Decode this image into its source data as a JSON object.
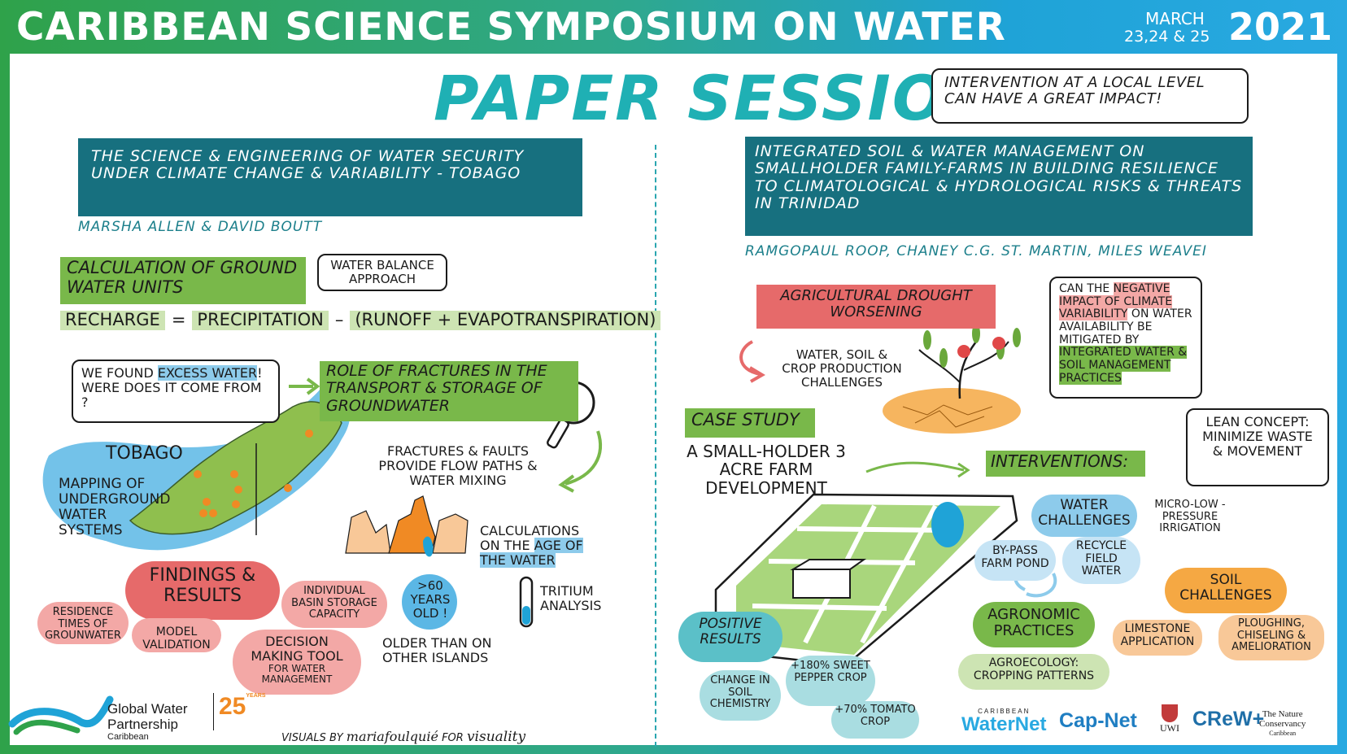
{
  "header": {
    "title": "CARIBBEAN SCIENCE SYMPOSIUM ON WATER",
    "month": "MARCH",
    "days": "23,24 & 25",
    "year": "2021"
  },
  "page_title": "PAPER SESSIONS",
  "quote": "INTERVENTION AT A LOCAL LEVEL CAN HAVE A GREAT IMPACT!",
  "left": {
    "title": "THE SCIENCE & ENGINEERING OF WATER SECURITY UNDER CLIMATE CHANGE & VARIABILITY - TOBAGO",
    "authors": "MARSHA ALLEN & DAVID BOUTT",
    "calc_heading": "CALCULATION OF GROUND WATER UNITS",
    "water_balance": "WATER BALANCE APPROACH",
    "eq_recharge": "RECHARGE",
    "eq_equals": "=",
    "eq_precip": "PRECIPITATION",
    "eq_minus": "–",
    "eq_rest": "(RUNOFF + EVAPOTRANSPIRATION)",
    "found_1": "WE FOUND",
    "found_hl": "EXCESS WATER",
    "found_2": "! WERE DOES IT COME FROM ?",
    "fractures_heading": "ROLE OF FRACTURES IN THE TRANSPORT & STORAGE OF GROUNDWATER",
    "tobago": "TOBAGO",
    "mapping": "MAPPING OF UNDERGROUND WATER SYSTEMS",
    "fractures_faults": "FRACTURES & FAULTS PROVIDE FLOW PATHS & WATER MIXING",
    "calc_age_1": "CALCULATIONS ON THE",
    "calc_age_2": "AGE OF THE WATER",
    "years_old": ">60 YEARS OLD !",
    "tritium": "TRITIUM ANALYSIS",
    "older_than": "OLDER THAN ON OTHER ISLANDS",
    "findings": "FINDINGS & RESULTS",
    "residence": "RESIDENCE TIMES OF GROUNWATER",
    "model": "MODEL VALIDATION",
    "basin": "INDIVIDUAL BASIN STORAGE CAPACITY",
    "decision": "DECISION MAKING TOOL",
    "decision_sub": "FOR WATER MANAGEMENT"
  },
  "right": {
    "title": "INTEGRATED SOIL & WATER MANAGEMENT ON SMALLHOLDER FAMILY-FARMS IN BUILDING RESILIENCE TO CLIMATOLOGICAL & HYDROLOGICAL RISKS & THREATS IN TRINIDAD",
    "authors": "RAMGOPAUL ROOP, CHANEY C.G. ST. MARTIN, MILES WEAVEI",
    "drought": "AGRICULTURAL DROUGHT WORSENING",
    "challenges": "WATER, SOIL & CROP PRODUCTION CHALLENGES",
    "question_1": "CAN THE",
    "question_hl1": "NEGATIVE IMPACT OF CLIMATE VARIABILITY",
    "question_2": "ON WATER AVAILABILITY BE MITIGATED BY",
    "question_hl2": "INTEGRATED WATER & SOIL MANAGEMENT PRACTICES",
    "case_study": "CASE STUDY",
    "case_desc": "A SMALL-HOLDER 3 ACRE FARM DEVELOPMENT",
    "interventions": "INTERVENTIONS:",
    "lean": "LEAN CONCEPT:",
    "lean_sub": "MINIMIZE WASTE & MOVEMENT",
    "water_challenges": "WATER CHALLENGES",
    "micro": "MICRO-LOW -PRESSURE IRRIGATION",
    "bypass": "BY-PASS FARM POND",
    "recycle": "RECYCLE FIELD WATER",
    "soil_challenges": "SOIL CHALLENGES",
    "limestone": "LIMESTONE APPLICATION",
    "ploughing": "PLOUGHING, CHISELING & AMELIORATION",
    "agronomic": "AGRONOMIC PRACTICES",
    "agroecology": "AGROECOLOGY: CROPPING PATTERNS",
    "positive": "POSITIVE RESULTS",
    "soil_chem": "CHANGE IN SOIL CHEMISTRY",
    "pepper": "+180% SWEET PEPPER CROP",
    "tomato": "+70% TOMATO CROP"
  },
  "footer": {
    "gwp_line1": "Global Water",
    "gwp_line2": "Partnership",
    "gwp_sub": "Caribbean",
    "gwp_years": "25",
    "gwp_years_label": "YEARS",
    "credit_prefix": "VISUALS BY",
    "credit_name": "mariafoulquié",
    "credit_for": "FOR",
    "credit_brand": "visuality",
    "logo_waternet_top": "CARIBBEAN",
    "logo_waternet": "WaterNet",
    "logo_capnet": "Cap-Net",
    "logo_uwi": "UWI",
    "logo_crew": "CReW+",
    "logo_tnc_1": "The Nature",
    "logo_tnc_2": "Conservancy",
    "logo_tnc_3": "Caribbean"
  },
  "colors": {
    "teal_title": "#1fb0b4",
    "teal_box": "#17707f",
    "green": "#79b84a",
    "red": "#e66a6a",
    "pink": "#f3a8a6",
    "blue": "#8dcbeb",
    "orange": "#f5a843"
  }
}
